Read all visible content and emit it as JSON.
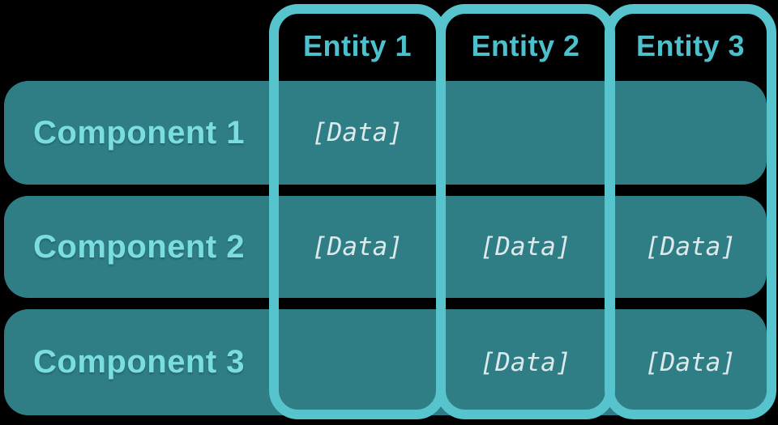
{
  "diagram": {
    "columns": [
      {
        "id": "entity-1",
        "label": "Entity 1"
      },
      {
        "id": "entity-2",
        "label": "Entity 2"
      },
      {
        "id": "entity-3",
        "label": "Entity 3"
      }
    ],
    "rows": [
      {
        "id": "component-1",
        "label": "Component 1"
      },
      {
        "id": "component-2",
        "label": "Component 2"
      },
      {
        "id": "component-3",
        "label": "Component 3"
      }
    ],
    "cells": [
      {
        "row": "Component 1",
        "column": "Entity 1",
        "value": "[Data]"
      },
      {
        "row": "Component 2",
        "column": "Entity 1",
        "value": "[Data]"
      },
      {
        "row": "Component 2",
        "column": "Entity 2",
        "value": "[Data]"
      },
      {
        "row": "Component 2",
        "column": "Entity 3",
        "value": "[Data]"
      },
      {
        "row": "Component 3",
        "column": "Entity 2",
        "value": "[Data]"
      },
      {
        "row": "Component 3",
        "column": "Entity 3",
        "value": "[Data]"
      }
    ]
  },
  "theme": {
    "background": "#000000",
    "row_fill": "#2F7E85",
    "frame_stroke": "#57C3CD",
    "column_header_text": "#4DC0CB",
    "row_label_text": "#7ADDE0",
    "data_text": "#DEE9EC"
  }
}
